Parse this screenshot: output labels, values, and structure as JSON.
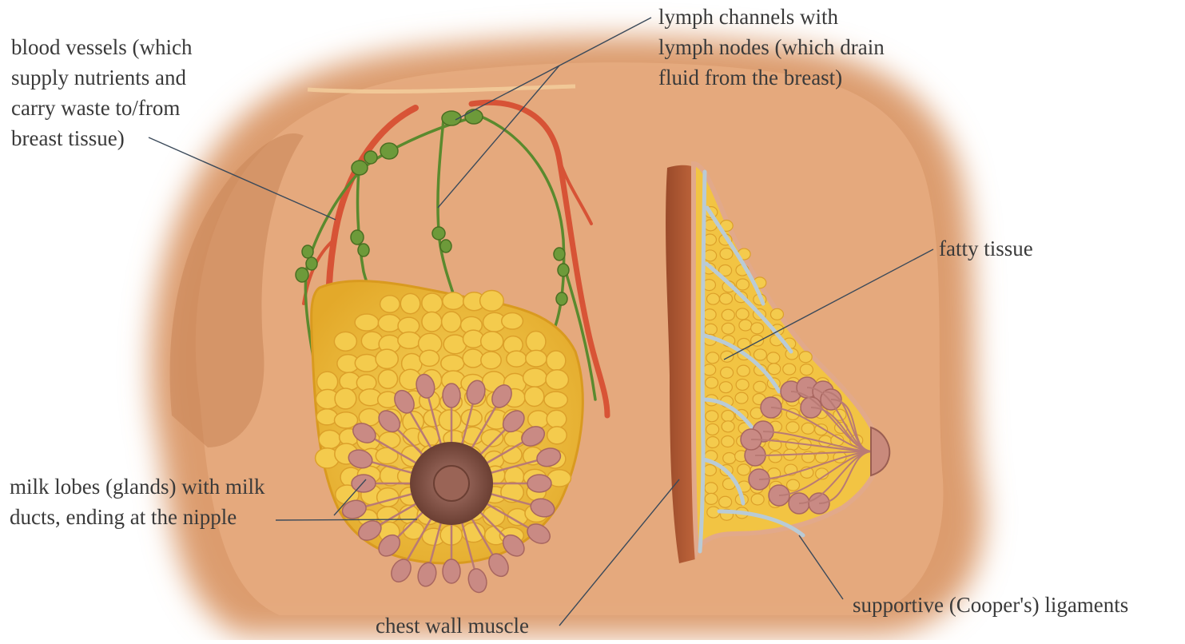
{
  "labels": {
    "blood_vessels": "blood vessels (which\nsupply nutrients and\ncarry waste to/from\nbreast tissue)",
    "lymph_channels": "lymph channels with\nlymph nodes (which drain\nfluid from the breast)",
    "fatty_tissue": "fatty tissue",
    "milk_lobes": "milk lobes (glands) with milk\nducts, ending at the nipple",
    "chest_wall": "chest wall muscle",
    "ligaments": "supportive (Cooper's) ligaments"
  },
  "colors": {
    "skin": "#e3a679",
    "skin_shadow": "#c07a50",
    "fat": "#f2c443",
    "fat_edge": "#d99a1f",
    "gland": "#c98a84",
    "areola": "#7a4a3c",
    "vessel": "#d64a2f",
    "lymph": "#5a8a2e",
    "ligament": "#b9cbd6",
    "muscle": "#b0532f",
    "leader": "#3b4a5a"
  }
}
